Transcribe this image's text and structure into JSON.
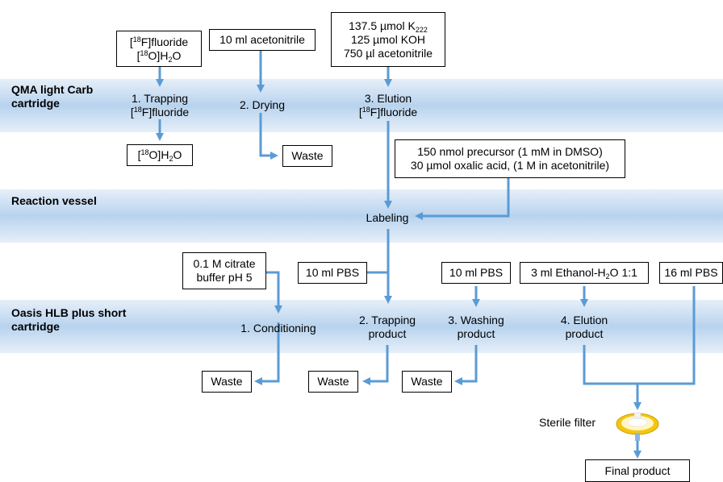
{
  "colors": {
    "band": "#b8d3ee",
    "arrow": "#5b9bd5",
    "filter_ring": "#f4c60f"
  },
  "bands": {
    "qma": "QMA light Carb\ncartridge",
    "reaction": "Reaction vessel",
    "oasis": "Oasis HLB plus short\ncartridge"
  },
  "inputs": {
    "fluoride_line1": "fluoride",
    "water_o18": "O]H",
    "acetonitrile": "10 ml acetonitrile",
    "k222": "137.5 µmol K",
    "koh": "125 µmol KOH",
    "acn750": "750 µl acetonitrile",
    "precursor": "150 nmol precursor (1 mM in DMSO)",
    "oxalic": "30 µmol oxalic acid, (1 M in acetonitrile)",
    "citrate1": "0.1 M citrate",
    "citrate2": "buffer pH 5",
    "pbs_trap": "10 ml PBS",
    "pbs_wash": "10 ml PBS",
    "ethanol": "3 ml Ethanol-H",
    "ethanol_ratio": "O 1:1",
    "pbs_16": "16 ml PBS"
  },
  "steps": {
    "trapping1": "1. Trapping",
    "fluoride_word": "fluoride",
    "drying": "2. Drying",
    "elution1": "3. Elution",
    "labeling": "Labeling",
    "conditioning": "1. Conditioning",
    "trapping2a": "2. Trapping",
    "trapping2b": "product",
    "washing_a": "3. Washing",
    "washing_b": "product",
    "elution4a": "4. Elution",
    "elution4b": "product"
  },
  "outputs": {
    "water_out": "O]H",
    "waste_drying": "Waste",
    "waste1": "Waste",
    "waste2": "Waste",
    "waste3": "Waste",
    "sterile_filter": "Sterile filter",
    "final_product": "Final product"
  },
  "chem": {
    "f18": "18",
    "o18": "18",
    "two": "2",
    "k222_sub": "222"
  }
}
